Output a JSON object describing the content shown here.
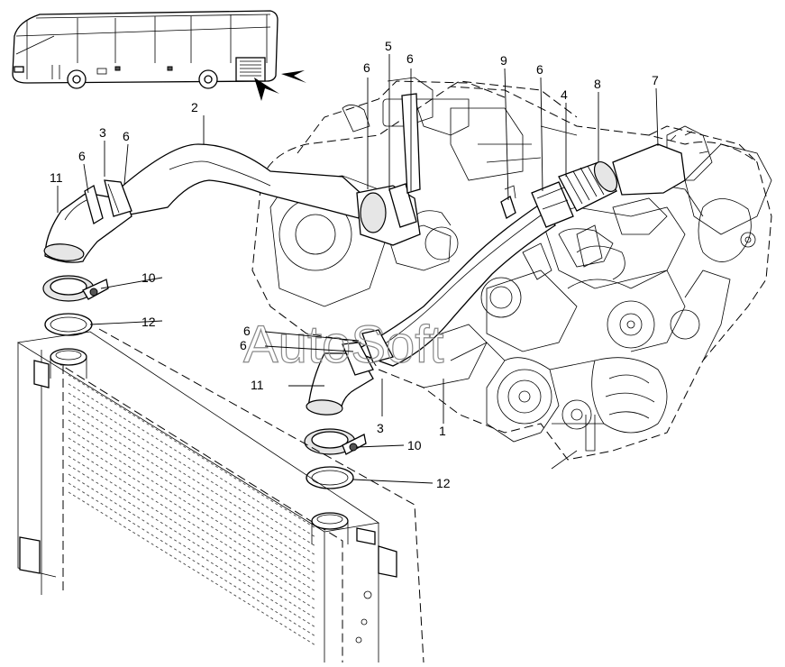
{
  "watermark": "AutoSoft",
  "callouts": [
    {
      "id": "c1",
      "label": "1"
    },
    {
      "id": "c2",
      "label": "2"
    },
    {
      "id": "c3a",
      "label": "3"
    },
    {
      "id": "c3b",
      "label": "3"
    },
    {
      "id": "c4",
      "label": "4"
    },
    {
      "id": "c5",
      "label": "5"
    },
    {
      "id": "c6a",
      "label": "6"
    },
    {
      "id": "c6b",
      "label": "6"
    },
    {
      "id": "c6c",
      "label": "6"
    },
    {
      "id": "c6d",
      "label": "6"
    },
    {
      "id": "c6e",
      "label": "6"
    },
    {
      "id": "c6f",
      "label": "6"
    },
    {
      "id": "c6g",
      "label": "6"
    },
    {
      "id": "c7",
      "label": "7"
    },
    {
      "id": "c8",
      "label": "8"
    },
    {
      "id": "c9",
      "label": "9"
    },
    {
      "id": "c10a",
      "label": "10"
    },
    {
      "id": "c10b",
      "label": "10"
    },
    {
      "id": "c11a",
      "label": "11"
    },
    {
      "id": "c11b",
      "label": "11"
    },
    {
      "id": "c12a",
      "label": "12"
    },
    {
      "id": "c12b",
      "label": "12"
    }
  ]
}
